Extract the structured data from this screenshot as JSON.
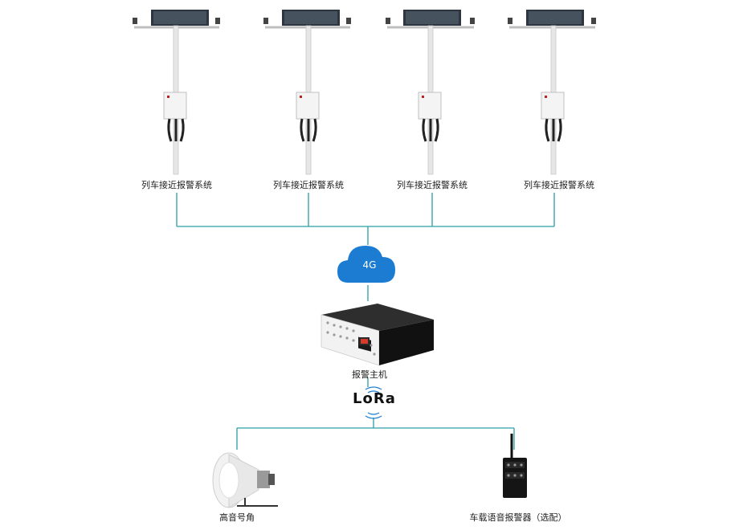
{
  "poles": [
    {
      "label": "列车接近报警系统"
    },
    {
      "label": "列车接近报警系统"
    },
    {
      "label": "列车接近报警系统"
    },
    {
      "label": "列车接近报警系统"
    }
  ],
  "network": {
    "cloud_label": "4G",
    "lora_label": "LoRa"
  },
  "host": {
    "label": "报警主机"
  },
  "horn": {
    "label": "高音号角"
  },
  "vehicle": {
    "label": "车载语音报警器（选配）"
  },
  "colors": {
    "connector": "#2a9fa4",
    "cloud": "#1c7cd1",
    "device_body": "#1b1b1b"
  }
}
